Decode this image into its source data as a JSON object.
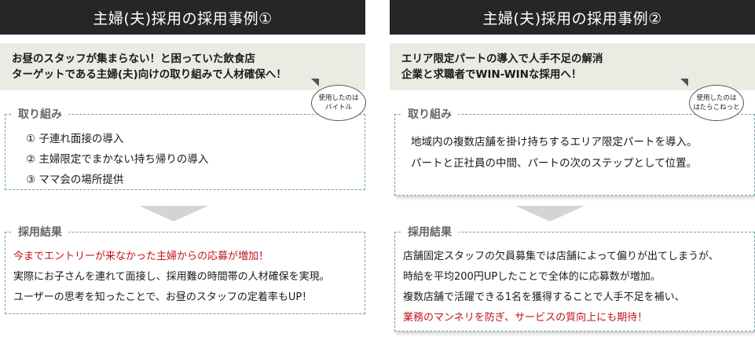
{
  "cases": [
    {
      "title": "主婦(夫)採用の採用事例①",
      "summary": [
        "お昼のスタッフが集まらない！と困っていた飲食店",
        "ターゲットである主婦(夫)向けの取り組みで人材確保へ！"
      ],
      "bubble": [
        "使用したのは",
        "バイトル"
      ],
      "measures_label": "取り組み",
      "measures": [
        "① 子連れ面接の導入",
        "② 主婦限定でまかない持ち帰りの導入",
        "③ ママ会の場所提供"
      ],
      "results_label": "採用結果",
      "results": [
        "今までエントリーが来なかった主婦からの応募が増加！",
        "実際にお子さんを連れて面接し、採用難の時間帯の人材確保を実現。",
        "ユーザーの思考を知ったことで、お昼のスタッフの定着率もUP！"
      ]
    },
    {
      "title": "主婦(夫)採用の採用事例②",
      "summary": [
        "エリア限定パートの導入で人手不足の解消",
        "企業と求職者でWIN-WINな採用へ！"
      ],
      "bubble": [
        "使用したのは",
        "はたらこねっと"
      ],
      "measures_label": "取り組み",
      "measures": [
        "地域内の複数店舗を掛け持ちするエリア限定パートを導入。",
        "パートと正社員の中間、パートの次のステップとして位置。"
      ],
      "results_label": "採用結果",
      "results": [
        "店舗固定スタッフの欠員募集では店舗によって偏りが出てしまうが、",
        "時給を平均200円UPしたことで全体的に応募数が増加。",
        "複数店舗で活躍できる1名を獲得することで人手不足を補い、",
        "業務のマンネリを防ぎ、サービスの質向上にも期待！"
      ]
    }
  ],
  "colors": {
    "title_bg": "#262626",
    "summary_bg": "#ecebe3",
    "border": "#6fa39a",
    "highlight": "#c0141a"
  }
}
